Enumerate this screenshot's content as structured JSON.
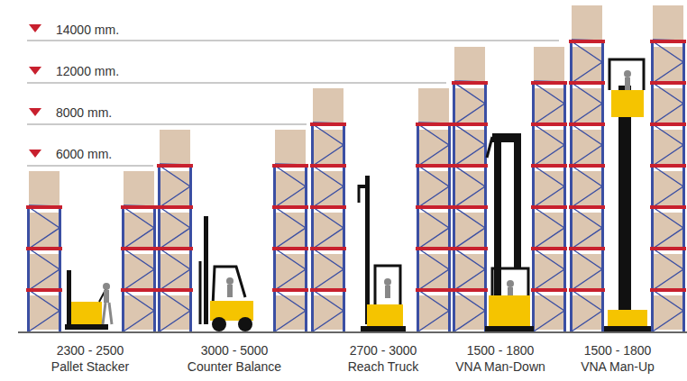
{
  "diagram": {
    "labels": [
      "14000 mm.",
      "12000 mm.",
      "8000 mm.",
      "6000 mm.",
      "2300 - 2500",
      "Pallet Stacker",
      "3000 - 5000",
      "Counter Balance",
      "2700 - 3000",
      "Reach Truck",
      "1500 - 1800",
      "VNA Man-Down",
      "1500 - 1800",
      "VNA Man-Up"
    ]
  }
}
